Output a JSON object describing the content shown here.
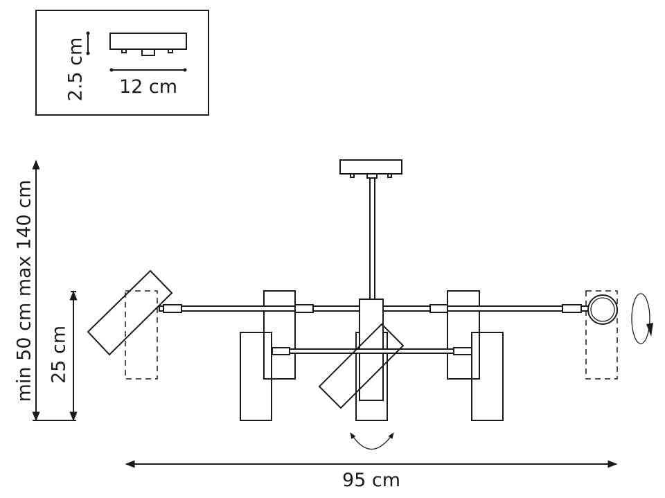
{
  "inset": {
    "height_label": "2.5 cm",
    "width_label": "12 cm"
  },
  "dimensions": {
    "suspension_label": "min 50 cm max 140 cm",
    "lamp_height_label": "25 cm",
    "total_width_label": "95 cm"
  },
  "colors": {
    "line": "#1a1a1a",
    "background": "#ffffff"
  }
}
